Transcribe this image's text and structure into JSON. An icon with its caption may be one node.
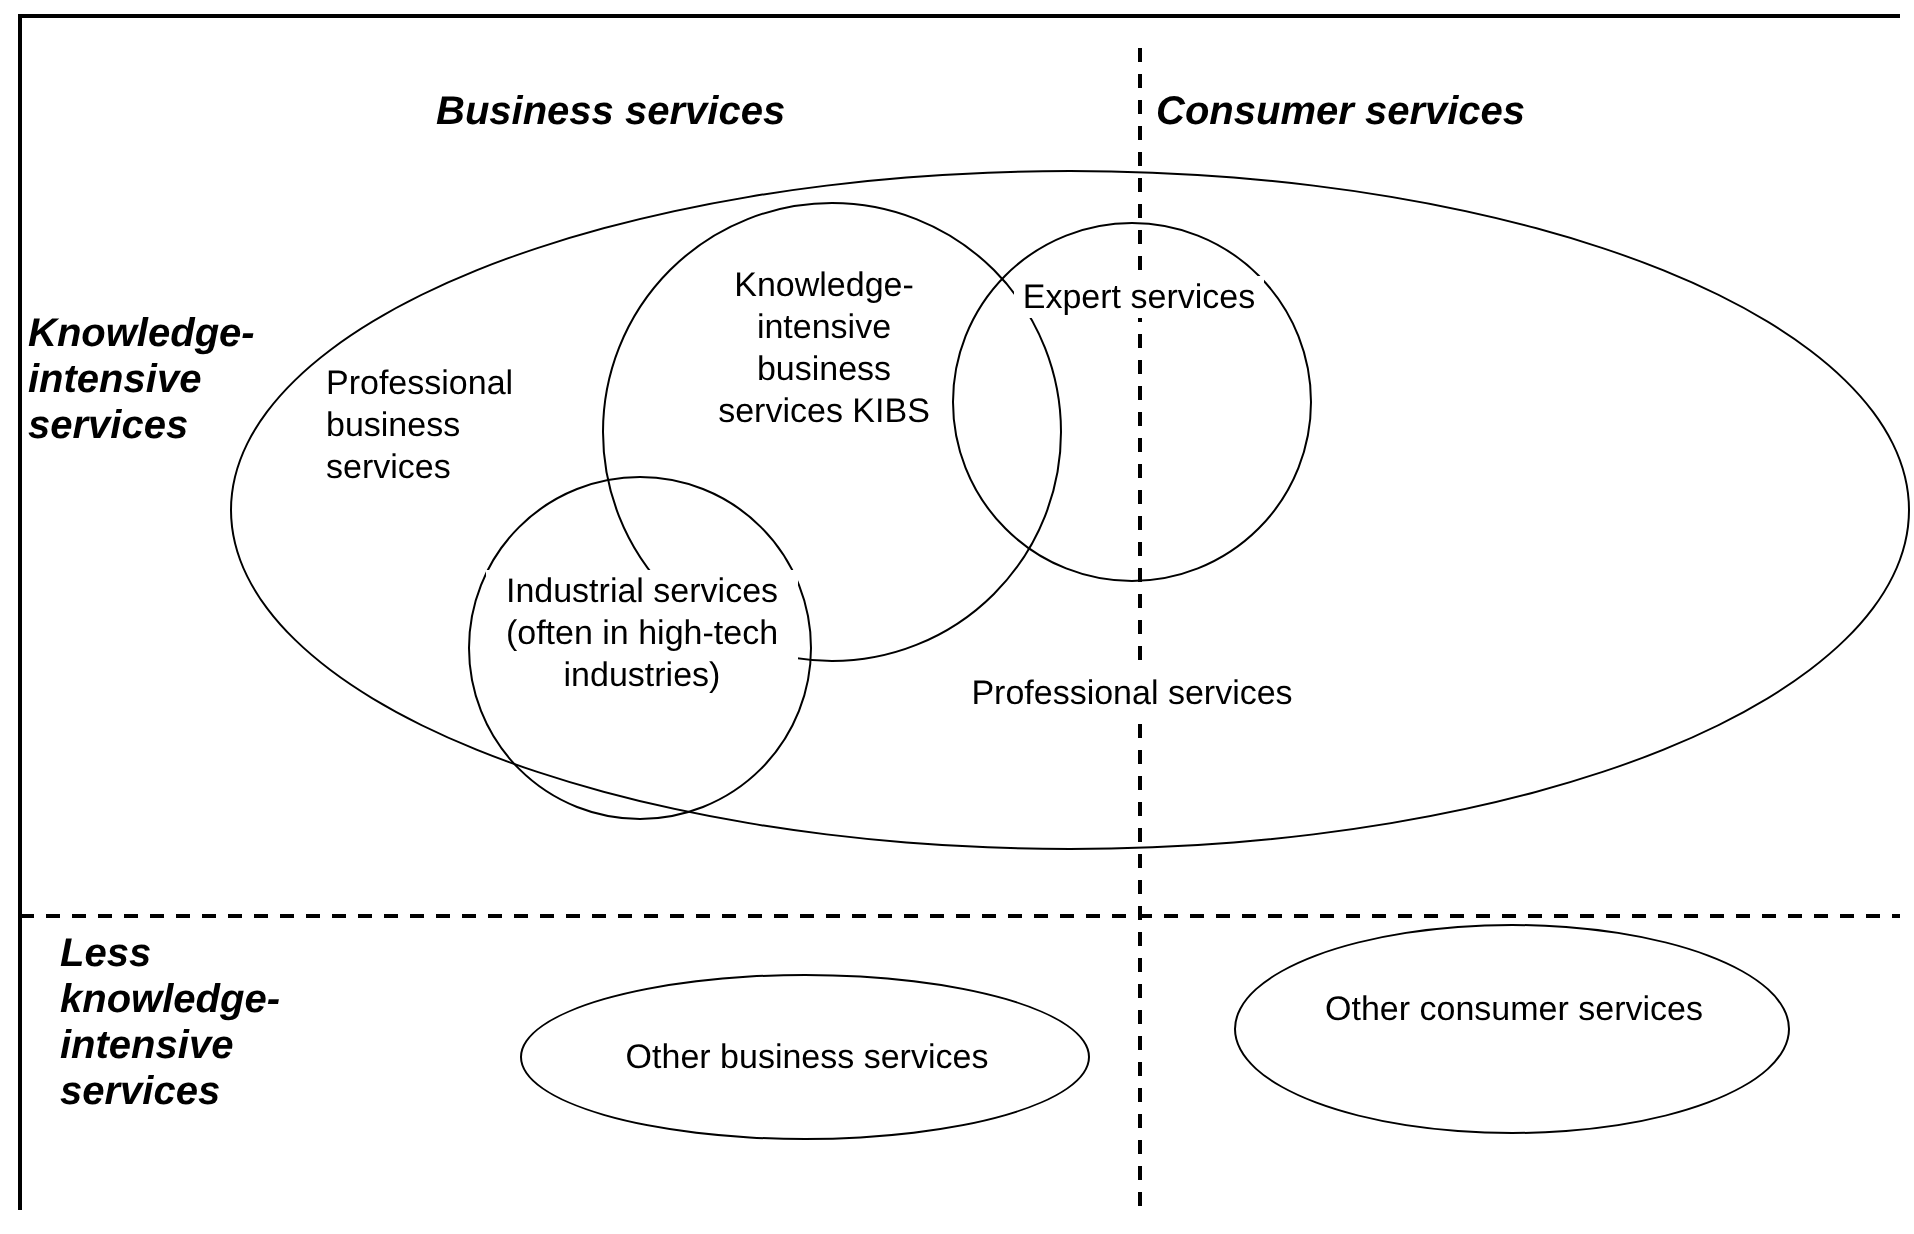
{
  "diagram": {
    "nodes": [
      {
        "text": [
          "Professional services"
        ]
      },
      {
        "text": [
          "Knowledge-intensive business services KIBS"
        ],
        "in": 0
      },
      {
        "text": [
          "Expert services"
        ],
        "in": 0
      },
      {
        "text": [
          "Industrial services (often in high-tech industries)"
        ],
        "in": 0
      },
      {
        "text": [
          "Other business services"
        ]
      },
      {
        "text": [
          "Other consumer services"
        ]
      }
    ],
    "labels": [
      "Business services",
      "Consumer services",
      "Knowledge-intensive services",
      "Professional business services",
      "Less knowledge-intensive services"
    ]
  }
}
